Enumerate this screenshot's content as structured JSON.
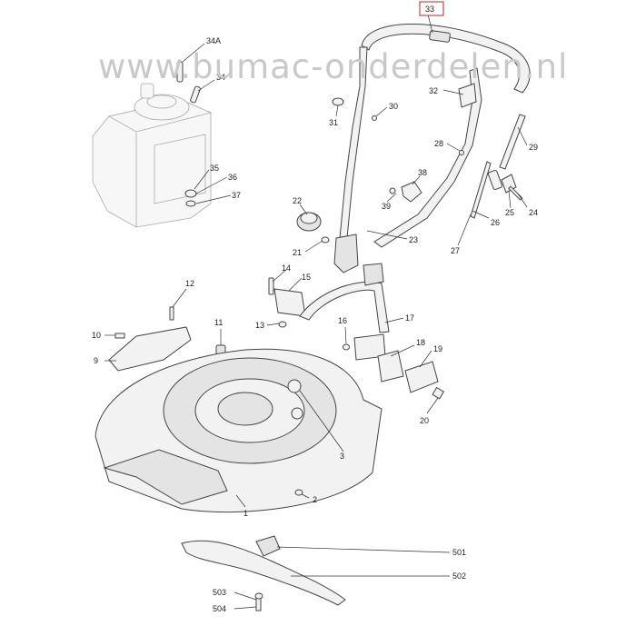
{
  "watermark": "www.bumac-onderdelen.nl",
  "highlight_color": "#c0202a",
  "callouts": [
    {
      "id": "c34a",
      "text": "34A"
    },
    {
      "id": "c34",
      "text": "34"
    },
    {
      "id": "c33",
      "text": "33"
    },
    {
      "id": "c32",
      "text": "32"
    },
    {
      "id": "c31",
      "text": "31"
    },
    {
      "id": "c30",
      "text": "30"
    },
    {
      "id": "c29",
      "text": "29"
    },
    {
      "id": "c28",
      "text": "28"
    },
    {
      "id": "c38",
      "text": "38"
    },
    {
      "id": "c39",
      "text": "39"
    },
    {
      "id": "c35",
      "text": "35"
    },
    {
      "id": "c36",
      "text": "36"
    },
    {
      "id": "c37",
      "text": "37"
    },
    {
      "id": "c22",
      "text": "22"
    },
    {
      "id": "c21",
      "text": "21"
    },
    {
      "id": "c23",
      "text": "23"
    },
    {
      "id": "c25",
      "text": "25"
    },
    {
      "id": "c24",
      "text": "24"
    },
    {
      "id": "c26",
      "text": "26"
    },
    {
      "id": "c27",
      "text": "27"
    },
    {
      "id": "c14",
      "text": "14"
    },
    {
      "id": "c15",
      "text": "15"
    },
    {
      "id": "c12",
      "text": "12"
    },
    {
      "id": "c13",
      "text": "13"
    },
    {
      "id": "c16",
      "text": "16"
    },
    {
      "id": "c17",
      "text": "17"
    },
    {
      "id": "c11",
      "text": "11"
    },
    {
      "id": "c10",
      "text": "10"
    },
    {
      "id": "c9",
      "text": "9"
    },
    {
      "id": "c18",
      "text": "18"
    },
    {
      "id": "c19",
      "text": "19"
    },
    {
      "id": "c20",
      "text": "20"
    },
    {
      "id": "c3",
      "text": "3"
    },
    {
      "id": "c1",
      "text": "1"
    },
    {
      "id": "c2",
      "text": "2"
    },
    {
      "id": "c501",
      "text": "501"
    },
    {
      "id": "c502",
      "text": "502"
    },
    {
      "id": "c503",
      "text": "503"
    },
    {
      "id": "c504",
      "text": "504"
    }
  ]
}
